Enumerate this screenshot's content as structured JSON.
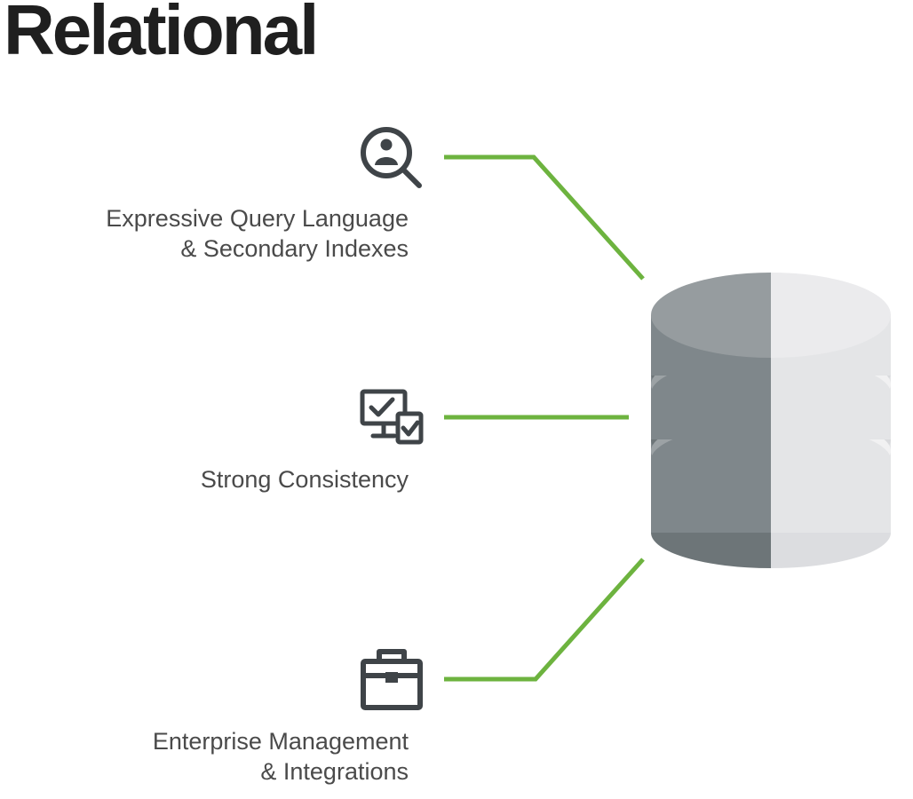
{
  "title": "Relational",
  "features": [
    {
      "icon": "search-user-icon",
      "lines": [
        "Expressive Query Language",
        "& Secondary Indexes"
      ]
    },
    {
      "icon": "monitor-check-icon",
      "lines": [
        "Strong Consistency"
      ]
    },
    {
      "icon": "toolbox-icon",
      "lines": [
        "Enterprise Management",
        "& Integrations"
      ]
    }
  ],
  "colors": {
    "connector": "#6db33f",
    "icon": "#3f4448",
    "text": "#4a4a4a",
    "title": "#1f1f1f",
    "database_dark": "#7f878b",
    "database_light": "#e7e8ea"
  }
}
